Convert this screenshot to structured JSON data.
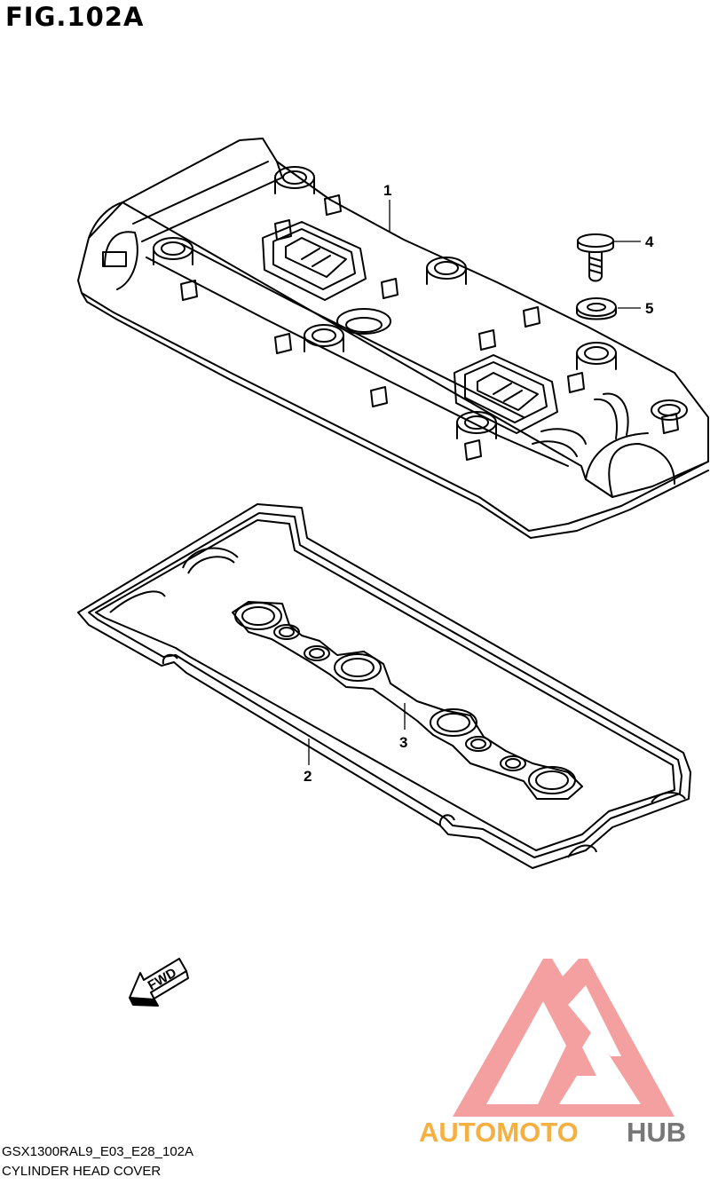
{
  "figure": {
    "title": "FIG.102A",
    "code": "GSX1300RAL9_E03_E28_102A",
    "name": "CYLINDER HEAD COVER"
  },
  "callouts": [
    {
      "id": "1",
      "label": "1"
    },
    {
      "id": "2",
      "label": "2"
    },
    {
      "id": "3",
      "label": "3"
    },
    {
      "id": "4",
      "label": "4"
    },
    {
      "id": "5",
      "label": "5"
    }
  ],
  "direction_arrow": {
    "label": "FWD"
  },
  "watermark": {
    "brand_part1": "AUTOMOTO",
    "brand_part2": "HUB",
    "colors": {
      "triangle": "#f08a8a",
      "text_orange": "#f5b042",
      "text_gray": "#777777"
    }
  },
  "colors": {
    "line": "#000000",
    "background": "#ffffff"
  }
}
